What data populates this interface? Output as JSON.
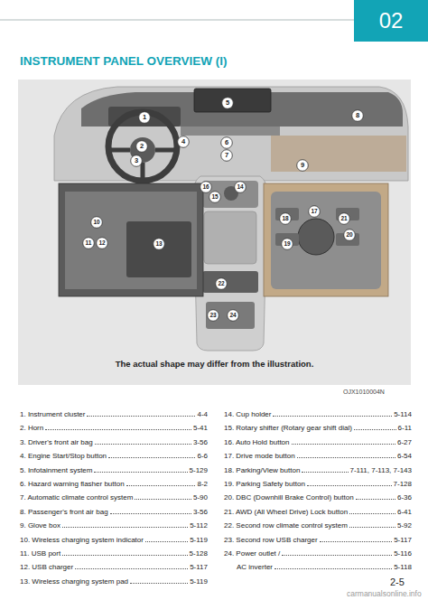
{
  "diagram": {
    "title": "INSTRUMENT PANEL OVERVIEW (I)",
    "caption": "The actual shape may differ from the illustration.",
    "nodes": [
      {
        "text": [
          "02"
        ]
      },
      {
        "text": [
          "1"
        ]
      },
      {
        "text": [
          "2"
        ]
      },
      {
        "text": [
          "3"
        ]
      },
      {
        "text": [
          "4"
        ]
      },
      {
        "text": [
          "5"
        ]
      },
      {
        "text": [
          "6"
        ]
      },
      {
        "text": [
          "7"
        ]
      },
      {
        "text": [
          "8"
        ]
      },
      {
        "text": [
          "9"
        ]
      },
      {
        "text": [
          "10"
        ]
      },
      {
        "text": [
          "11"
        ]
      },
      {
        "text": [
          "12"
        ]
      },
      {
        "text": [
          "13"
        ]
      },
      {
        "text": [
          "14"
        ]
      },
      {
        "text": [
          "15"
        ]
      },
      {
        "text": [
          "16"
        ]
      },
      {
        "text": [
          "17"
        ]
      },
      {
        "text": [
          "18"
        ]
      },
      {
        "text": [
          "19"
        ]
      },
      {
        "text": [
          "20"
        ]
      },
      {
        "text": [
          "21"
        ]
      },
      {
        "text": [
          "22"
        ]
      },
      {
        "text": [
          "23"
        ]
      },
      {
        "text": [
          "24"
        ]
      }
    ],
    "labels": [
      "OJX1010004N",
      "1. Instrument cluster",
      "4-4",
      "2. Horn",
      "5-41",
      "3. Driver's front air bag",
      "3-56",
      "4. Engine Start/Stop button",
      "6-6",
      "5. Infotainment system",
      "5-129",
      "6. Hazard warning flasher button",
      "8-2",
      "7. Automatic climate control system",
      "5-90",
      "8. Passenger's front air bag",
      "3-56",
      "9. Glove box",
      "5-112",
      "10. Wireless charging system indicator",
      "5-119",
      "11. USB port",
      "5-128",
      "12. USB charger",
      "5-117",
      "13. Wireless charging system pad",
      "5-119",
      "14. Cup holder",
      "5-114",
      "15. Rotary shifter (Rotary gear shift dial)",
      "6-11",
      "16. Auto Hold button",
      "6-27",
      "17. Drive mode button",
      "6-54",
      "18. Parking/View button",
      "7-111, 7-113, 7-143",
      "19. Parking Safety button",
      "7-128",
      "20. DBC (Downhill Brake Control) button",
      "6-36",
      "21. AWD (All Wheel Drive) Lock button",
      "6-41",
      "22. Second row climate control system",
      "5-92",
      "23. Second row USB charger",
      "5-117",
      "24. Power outlet /",
      "5-116",
      "AC inverter",
      "5-118",
      "2-5",
      "carmanualsonline.info"
    ]
  }
}
